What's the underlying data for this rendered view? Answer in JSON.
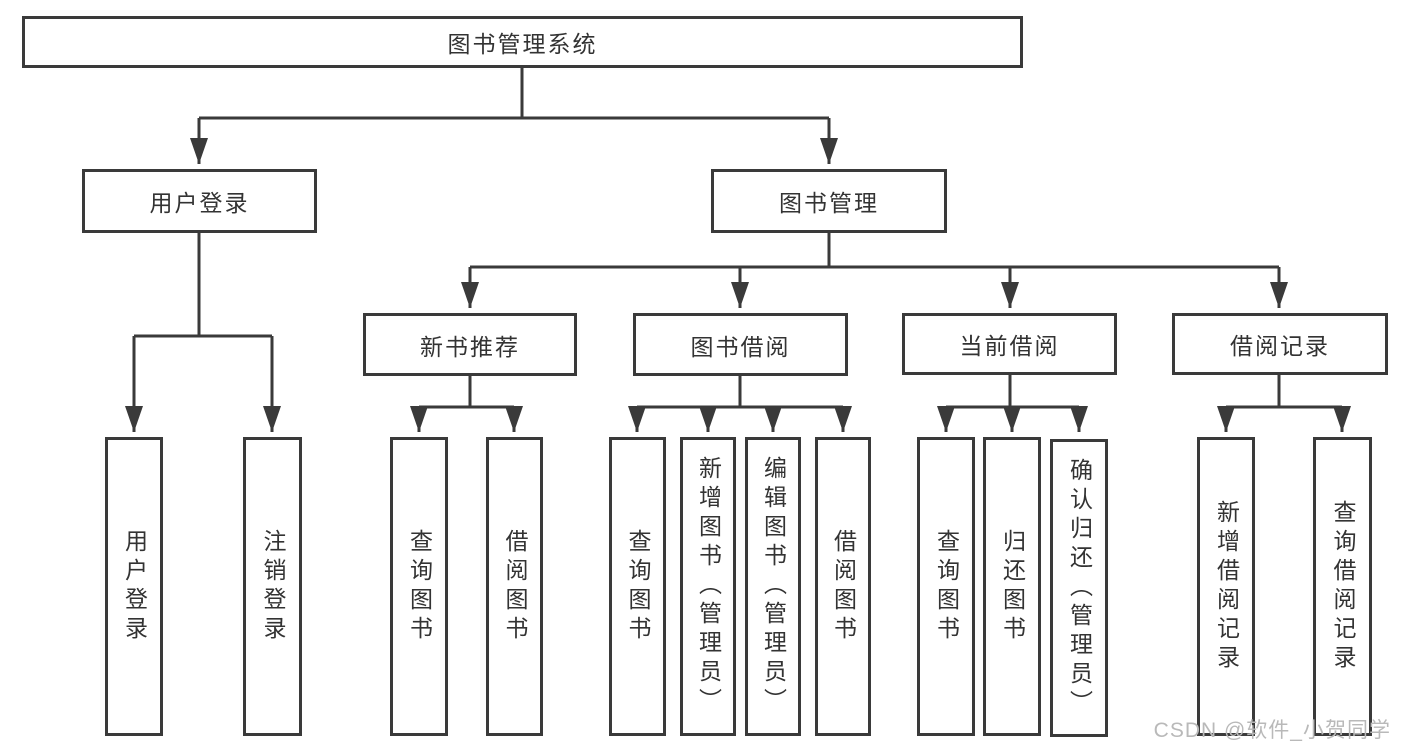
{
  "colors": {
    "line": "#3a3a3a",
    "text": "#333333",
    "watermark": "#b9b9b9",
    "background": "#ffffff"
  },
  "nodes": {
    "root": "图书管理系统",
    "user_login": "用户登录",
    "book_mgmt": "图书管理",
    "new_book_rec": "新书推荐",
    "book_borrow": "图书借阅",
    "current_borrow": "当前借阅",
    "borrow_records": "借阅记录",
    "leaf_user_login": "用户登录",
    "leaf_logout": "注销登录",
    "leaf_nbr_query": "查询图书",
    "leaf_nbr_borrow": "借阅图书",
    "leaf_bb_query": "查询图书",
    "leaf_bb_add": "新增图书（管理员）",
    "leaf_bb_edit": "编辑图书（管理员）",
    "leaf_bb_borrow": "借阅图书",
    "leaf_cb_query": "查询图书",
    "leaf_cb_return": "归还图书",
    "leaf_cb_confirm": "确认归还（管理员）",
    "leaf_br_add": "新增借阅记录",
    "leaf_br_query": "查询借阅记录"
  },
  "watermark": "CSDN @软件_小贺同学"
}
